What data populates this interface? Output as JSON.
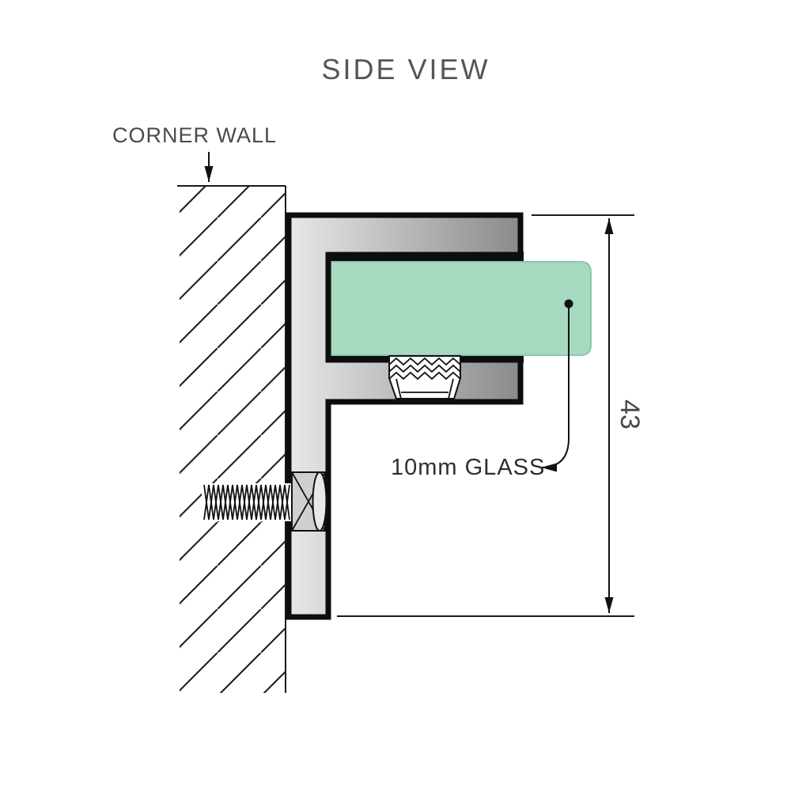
{
  "title": "SIDE VIEW",
  "callouts": {
    "corner_wall": "CORNER WALL",
    "glass": "10mm GLASS"
  },
  "dimension": {
    "height": "43"
  },
  "colors": {
    "glass_fill": "#a6d9bf",
    "glass_edge": "#8cc7ab",
    "bracket_light": "#e8e8e8",
    "bracket_dark": "#8a8a8a",
    "line": "#1a1a1a",
    "text": "#4a4a4a"
  }
}
